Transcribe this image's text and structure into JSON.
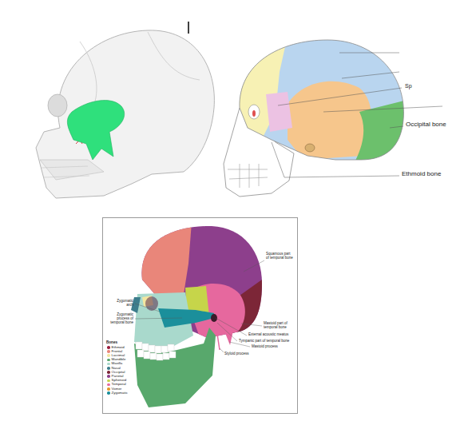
{
  "diagram": {
    "labels": [
      "Sp",
      "Occipital bone",
      "Ethmoid bone",
      "Squamous part of temporal bone",
      "Zygomatic arch",
      "Zygomatic process of temporal bone",
      "Mastoid part of temporal bone",
      "External acoustic meatus",
      "Tympanic part of temporal bone",
      "Mastoid process",
      "Styloid process",
      "Bones"
    ],
    "legend": [
      {
        "text": "Ethmoid",
        "color": "#9b1c3c"
      },
      {
        "text": "Frontal",
        "color": "#e9867a"
      },
      {
        "text": "Lacrimal",
        "color": "#f3e6a0"
      },
      {
        "text": "Mandible",
        "color": "#58a86c"
      },
      {
        "text": "Maxilla",
        "color": "#a9d9cc"
      },
      {
        "text": "Nasal",
        "color": "#3d7d8c"
      },
      {
        "text": "Occipital",
        "color": "#7c2637"
      },
      {
        "text": "Parietal",
        "color": "#8d3f8c"
      },
      {
        "text": "Sphenoid",
        "color": "#c6d54a"
      },
      {
        "text": "Temporal",
        "color": "#e6689e"
      },
      {
        "text": "Vomer",
        "color": "#e59a2a"
      },
      {
        "text": "Zygomatic",
        "color": "#1b8f9b"
      }
    ]
  }
}
